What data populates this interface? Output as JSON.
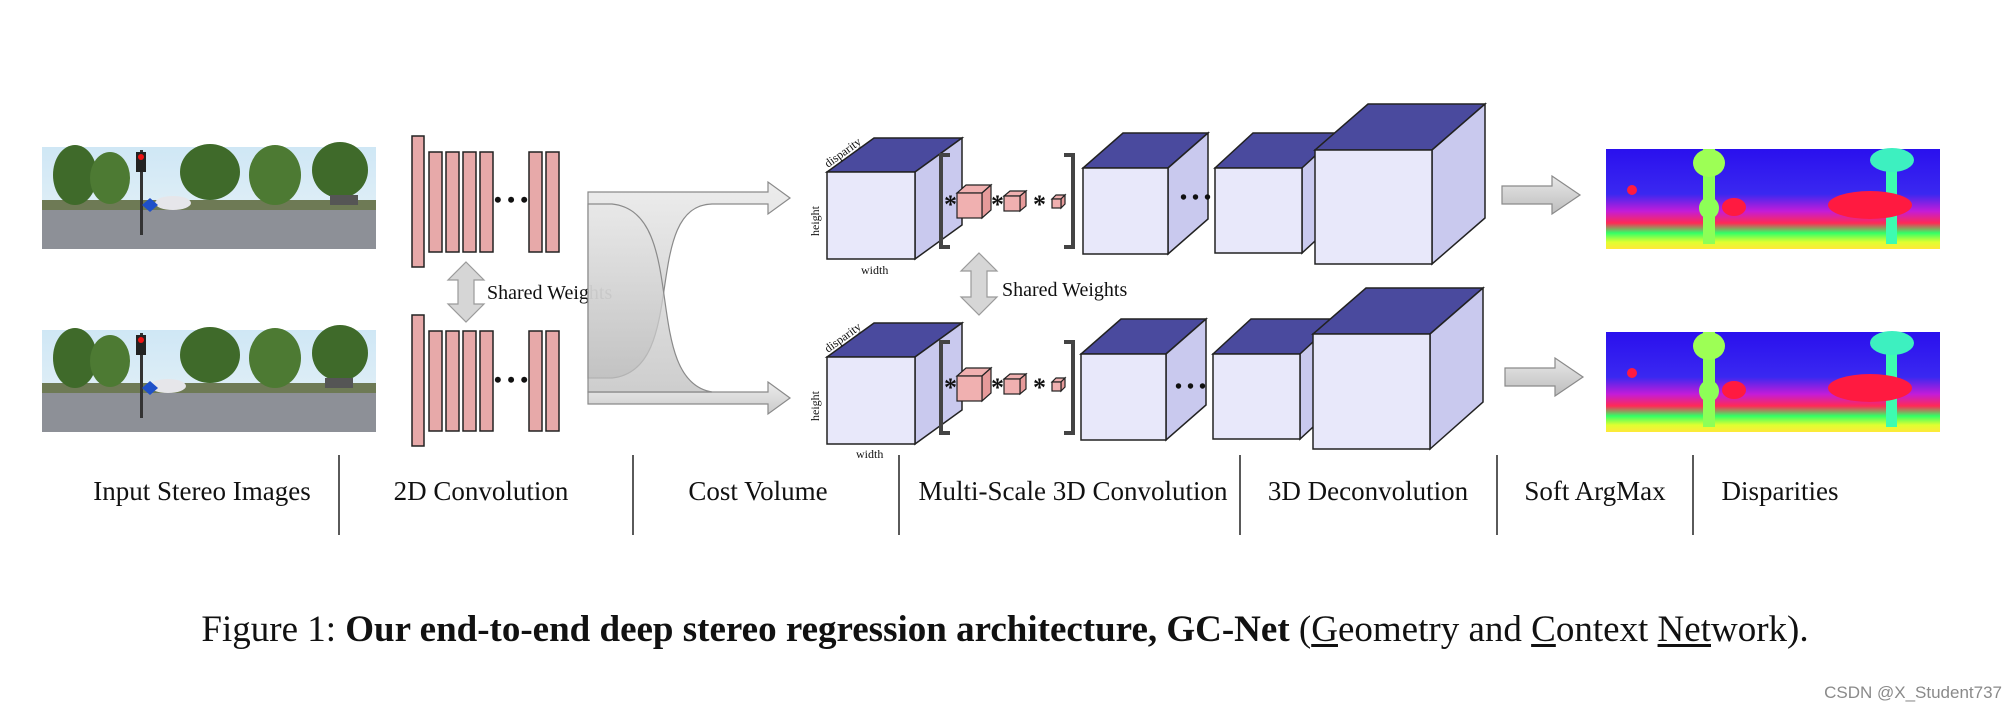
{
  "stages": [
    {
      "label": "Input Stereo Images"
    },
    {
      "label": "2D Convolution"
    },
    {
      "label": "Cost Volume"
    },
    {
      "label": "Multi-Scale 3D Convolution"
    },
    {
      "label": "3D Deconvolution"
    },
    {
      "label": "Soft ArgMax"
    },
    {
      "label": "Disparities"
    }
  ],
  "shared_weights_label": "Shared Weights",
  "cost_volume_axes": {
    "height": "height",
    "width": "width",
    "disparity": "disparity"
  },
  "ellipsis": "• • •",
  "conv_symbol": "*",
  "caption": {
    "prefix": "Figure 1: ",
    "bold": "Our end-to-end deep stereo regression architecture, GC-Net",
    "rest_open": " (",
    "g_ul": "G",
    "g_rest": "eometry and ",
    "c_ul": "C",
    "c_rest": "ontext ",
    "net_ul": "Net",
    "net_rest": "work)."
  },
  "watermark": "CSDN @X_Student737",
  "colors": {
    "conv_bar": "#e7a9a9",
    "cube_top": "#4a4a9e",
    "cube_face": "#e8e8fa",
    "cube_side": "#c9c9ee",
    "kernel": "#f0b0b0",
    "arrow": "#cfcfcf"
  }
}
